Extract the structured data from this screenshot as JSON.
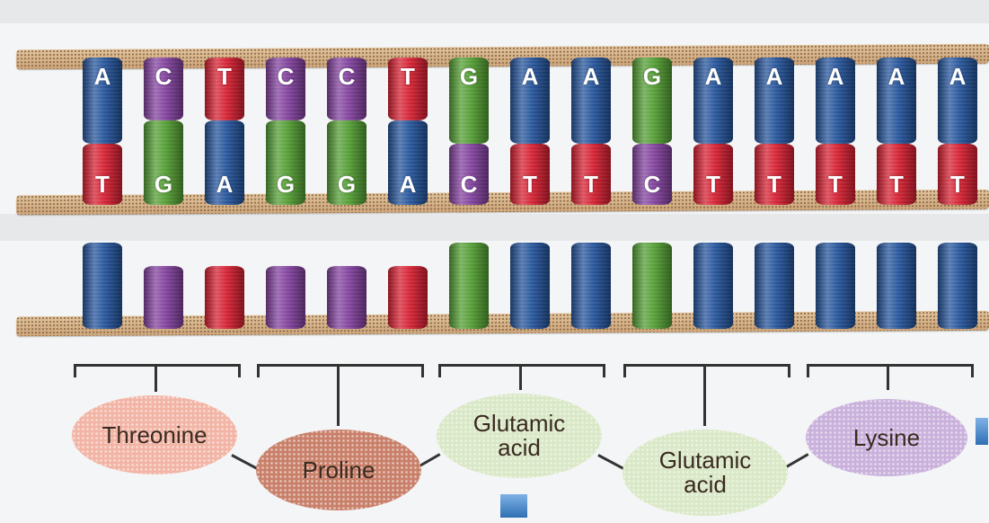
{
  "top_strand": [
    "A",
    "C",
    "T",
    "C",
    "C",
    "T",
    "G",
    "A",
    "A",
    "G",
    "A",
    "A",
    "A",
    "A",
    "A"
  ],
  "bottom_strand": [
    "T",
    "G",
    "A",
    "G",
    "G",
    "A",
    "C",
    "T",
    "T",
    "C",
    "T",
    "T",
    "T",
    "T",
    "T"
  ],
  "template_strand": [
    "A",
    "C",
    "T",
    "C",
    "C",
    "T",
    "G",
    "A",
    "A",
    "G",
    "A",
    "A",
    "A",
    "A",
    "A"
  ],
  "colors": {
    "A": "#1f4f97",
    "T": "#d31a2c",
    "G": "#4e9a2e",
    "C": "#7e3c9a",
    "backbone": "#d9b68c"
  },
  "amino_acids": [
    {
      "lines": [
        "Threonine"
      ],
      "style": "thr"
    },
    {
      "lines": [
        "Proline"
      ],
      "style": "pro"
    },
    {
      "lines": [
        "Glutamic",
        "acid"
      ],
      "style": "glu"
    },
    {
      "lines": [
        "Glutamic",
        "acid"
      ],
      "style": "glu"
    },
    {
      "lines": [
        "Lysine"
      ],
      "style": "lys"
    }
  ]
}
